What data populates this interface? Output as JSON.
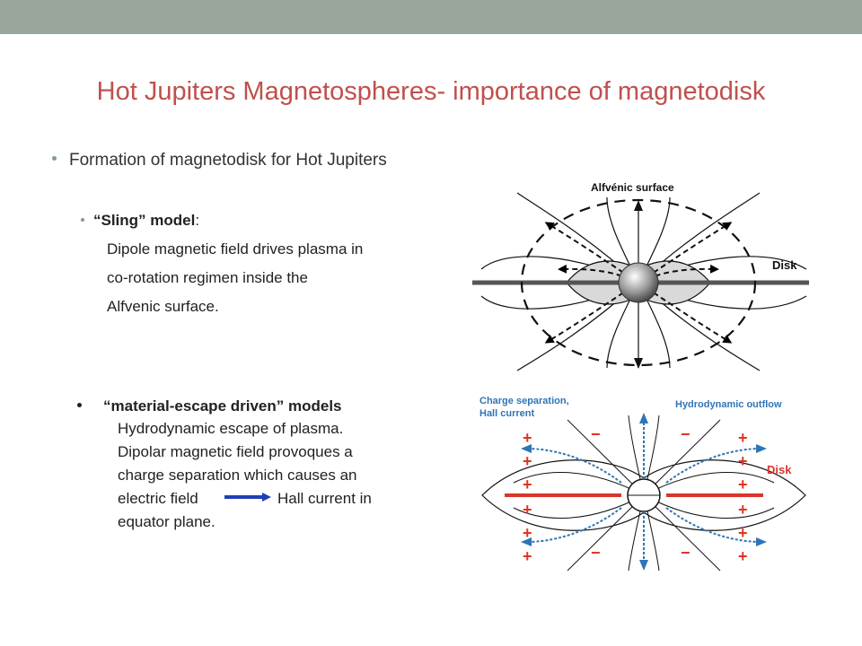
{
  "slide": {
    "title": "Hot Jupiters Magnetospheres- importance of magnetodisk",
    "bullet1": "Formation of magnetodisk for Hot Jupiters",
    "sling": {
      "bold": "“Sling” model",
      "colon": ":",
      "lines": [
        "Dipole magnetic field drives plasma in",
        "co-rotation regimen inside the",
        "Alfvenic surface."
      ]
    },
    "escape": {
      "bold": "“material-escape driven” models",
      "line1": "Hydrodynamic escape of plasma.",
      "line2": "Dipolar magnetic field provoques a",
      "line3": "charge separation which causes an",
      "line4a": "electric field",
      "line4b": "Hall current in",
      "line5": "equator plane."
    }
  },
  "figure1": {
    "top_label": "Alfvénic surface",
    "disk_label": "Disk"
  },
  "figure2": {
    "label_left_1": "Charge separation,",
    "label_left_2": "Hall current",
    "label_right": "Hydrodynamic outflow",
    "disk_label": "Disk",
    "plus": "+",
    "minus": "−"
  },
  "colors": {
    "title": "#c0504d",
    "topbar": "#98a69b",
    "fig2_label": "#2e75b6",
    "plus_minus": "#e0341f"
  }
}
